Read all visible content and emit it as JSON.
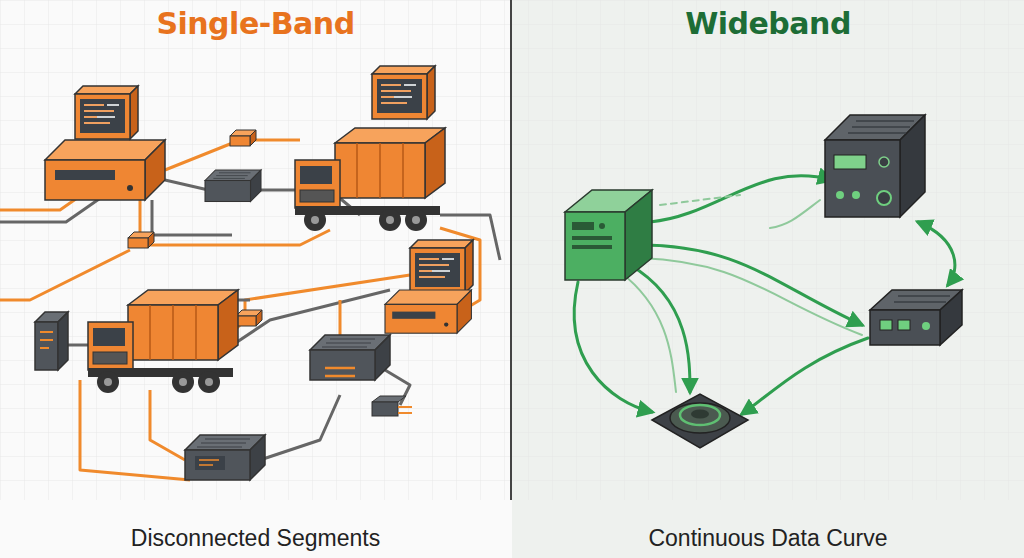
{
  "diagram": {
    "nodes": [
      {
        "text": [
          "Single-Band",
          "Disconnected Segments"
        ]
      },
      {
        "text": [
          "Wideband",
          "Continuous Data Curve"
        ]
      }
    ]
  }
}
